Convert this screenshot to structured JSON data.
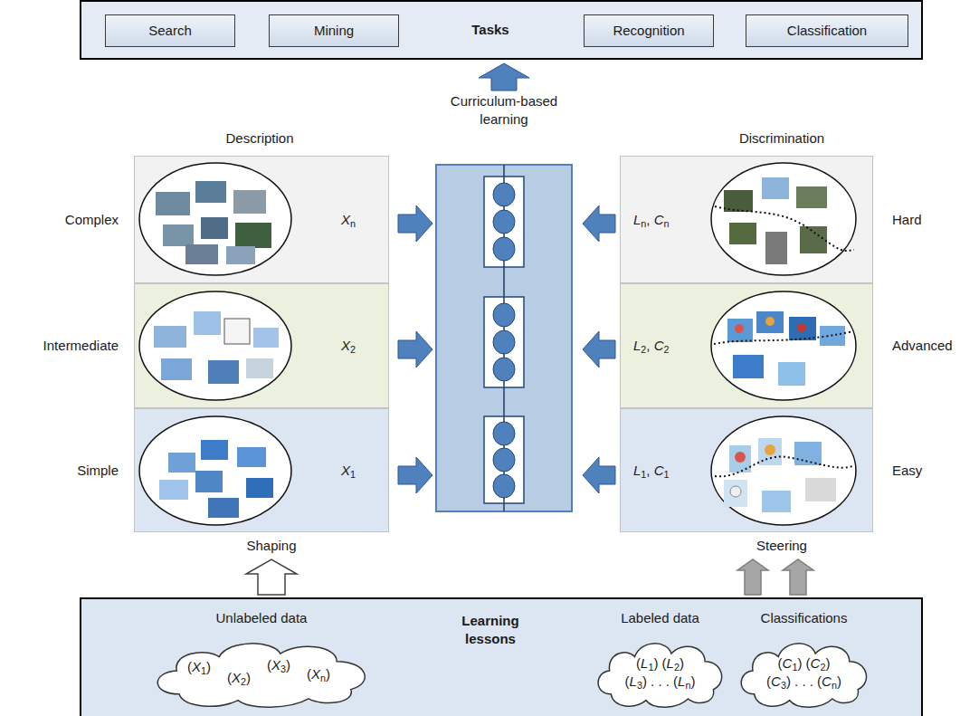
{
  "diagram": {
    "nodes": [
      {
        "text": [
          "Tasks"
        ]
      },
      {
        "text": [
          "Search"
        ],
        "in": 0
      },
      {
        "text": [
          "Mining"
        ],
        "in": 0
      },
      {
        "text": [
          "Recognition"
        ],
        "in": 0
      },
      {
        "text": [
          "Classification"
        ],
        "in": 0
      },
      {
        "text": [
          "Description",
          "Shaping"
        ]
      },
      {
        "text": [
          "Complex",
          "Xn"
        ],
        "in": 5
      },
      {
        "text": [
          "Intermediate",
          "X2"
        ],
        "in": 5
      },
      {
        "text": [
          "Simple",
          "X1"
        ],
        "in": 5
      },
      {
        "text": [
          "Discrimination",
          "Steering"
        ]
      },
      {
        "text": [
          "Ln, Cn",
          "Hard"
        ],
        "in": 9
      },
      {
        "text": [
          "L2, C2",
          "Advanced"
        ],
        "in": 9
      },
      {
        "text": [
          "L1, C1",
          "Easy"
        ],
        "in": 9
      },
      {
        "text": [
          "Learning lessons"
        ]
      },
      {
        "text": [
          "Unlabeled data",
          "(X1)",
          "(X2)",
          "(X3)",
          "(Xn)"
        ],
        "in": 13
      },
      {
        "text": [
          "Labeled data",
          "(L1) (L2)",
          "(L3) . . . (Ln)"
        ],
        "in": 13
      },
      {
        "text": [
          "Classifications",
          "(C1) (C2)",
          "(C3) . . . (Cn)"
        ],
        "in": 13
      }
    ],
    "edges": [
      {
        "from": 13,
        "to": 5,
        "arrow": "to"
      },
      {
        "from": 13,
        "to": 9,
        "arrow": "to"
      },
      {
        "from": 13,
        "to": 9,
        "arrow": "to"
      }
    ],
    "labels": [
      "Curriculum-based learning"
    ]
  }
}
